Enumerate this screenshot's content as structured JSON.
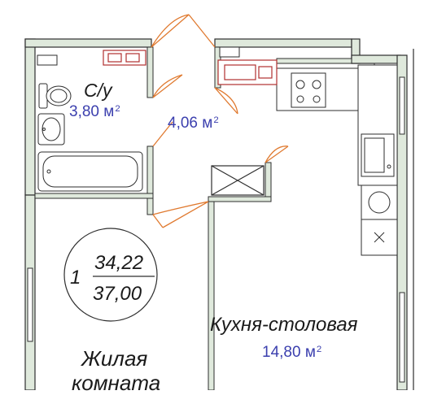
{
  "rooms": {
    "bathroom": {
      "name": "С/у",
      "area": "3,80",
      "unit": "м",
      "exp": "2"
    },
    "hall": {
      "area": "4,06",
      "unit": "м",
      "exp": "2"
    },
    "kitchen": {
      "name": "Кухня-столовая",
      "area": "14,80",
      "unit": "м",
      "exp": "2"
    },
    "living": {
      "name_line1": "Жилая",
      "name_line2": "комната"
    }
  },
  "summary": {
    "rooms_count": "1",
    "living_area": "34,22",
    "total_area": "37,00"
  },
  "colors": {
    "wall": "#2e2e2e",
    "wall_fill": "#dfe9dc",
    "door": "#e07a30",
    "area_text": "#3b3fae",
    "fixture": "#b03030"
  }
}
